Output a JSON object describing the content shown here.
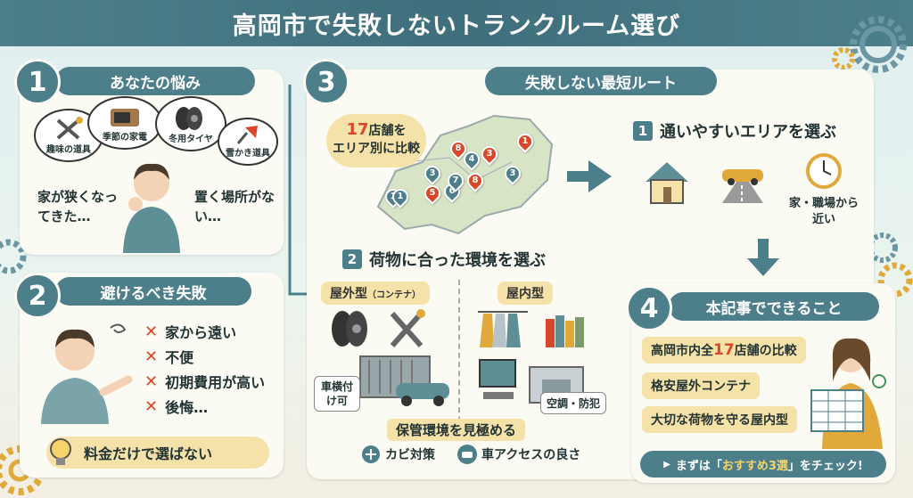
{
  "header": {
    "title": "高岡市で失敗しないトランクルーム選び"
  },
  "section1": {
    "number": "1",
    "title": "あなたの悩み",
    "items": [
      "趣味の道具",
      "季節の家電",
      "冬用タイヤ",
      "雪かき道具"
    ],
    "speech_left": "家が狭くなってきた…",
    "speech_right": "置く場所がない…"
  },
  "section2": {
    "number": "2",
    "title": "避けるべき失敗",
    "fails": [
      "家から遠い",
      "不便",
      "初期費用が高い",
      "後悔…"
    ],
    "tip": "料金だけで選ばない"
  },
  "section3": {
    "number": "3",
    "title": "失敗しない最短ルート",
    "map_tag_count": "17",
    "map_tag_line1": "店舗を",
    "map_tag_line2": "エリア別に比較",
    "pins": [
      "1",
      "8",
      "4",
      "3",
      "1",
      "3",
      "6",
      "5",
      "7",
      "8",
      "3",
      "1"
    ],
    "step1": {
      "number": "1",
      "title": "通いやすいエリアを選ぶ",
      "caption": "家・職場から近い"
    },
    "step2": {
      "number": "2",
      "title": "荷物に合った環境を選ぶ",
      "outdoor": "屋外型",
      "outdoor_sub": "（コンテナ）",
      "outdoor_badge": "車横付け可",
      "indoor": "屋内型",
      "indoor_badge": "空調・防犯",
      "check_title": "保管環境を見極める",
      "check1": "カビ対策",
      "check2": "車アクセスの良さ"
    }
  },
  "section4": {
    "number": "4",
    "title": "本記事でできること",
    "item1_pre": "高岡市内全",
    "item1_num": "17",
    "item1_post": "店舗の比較",
    "item2": "格安屋外コンテナ",
    "item3": "大切な荷物を守る屋内型",
    "cta_pre": "まずは「",
    "cta_em": "おすすめ3選",
    "cta_post": "」をチェック!"
  },
  "colors": {
    "teal": "#4d7f8b",
    "cream": "#fbfaf3",
    "yellow": "#f5e2a8",
    "accent_red": "#d9472b"
  }
}
